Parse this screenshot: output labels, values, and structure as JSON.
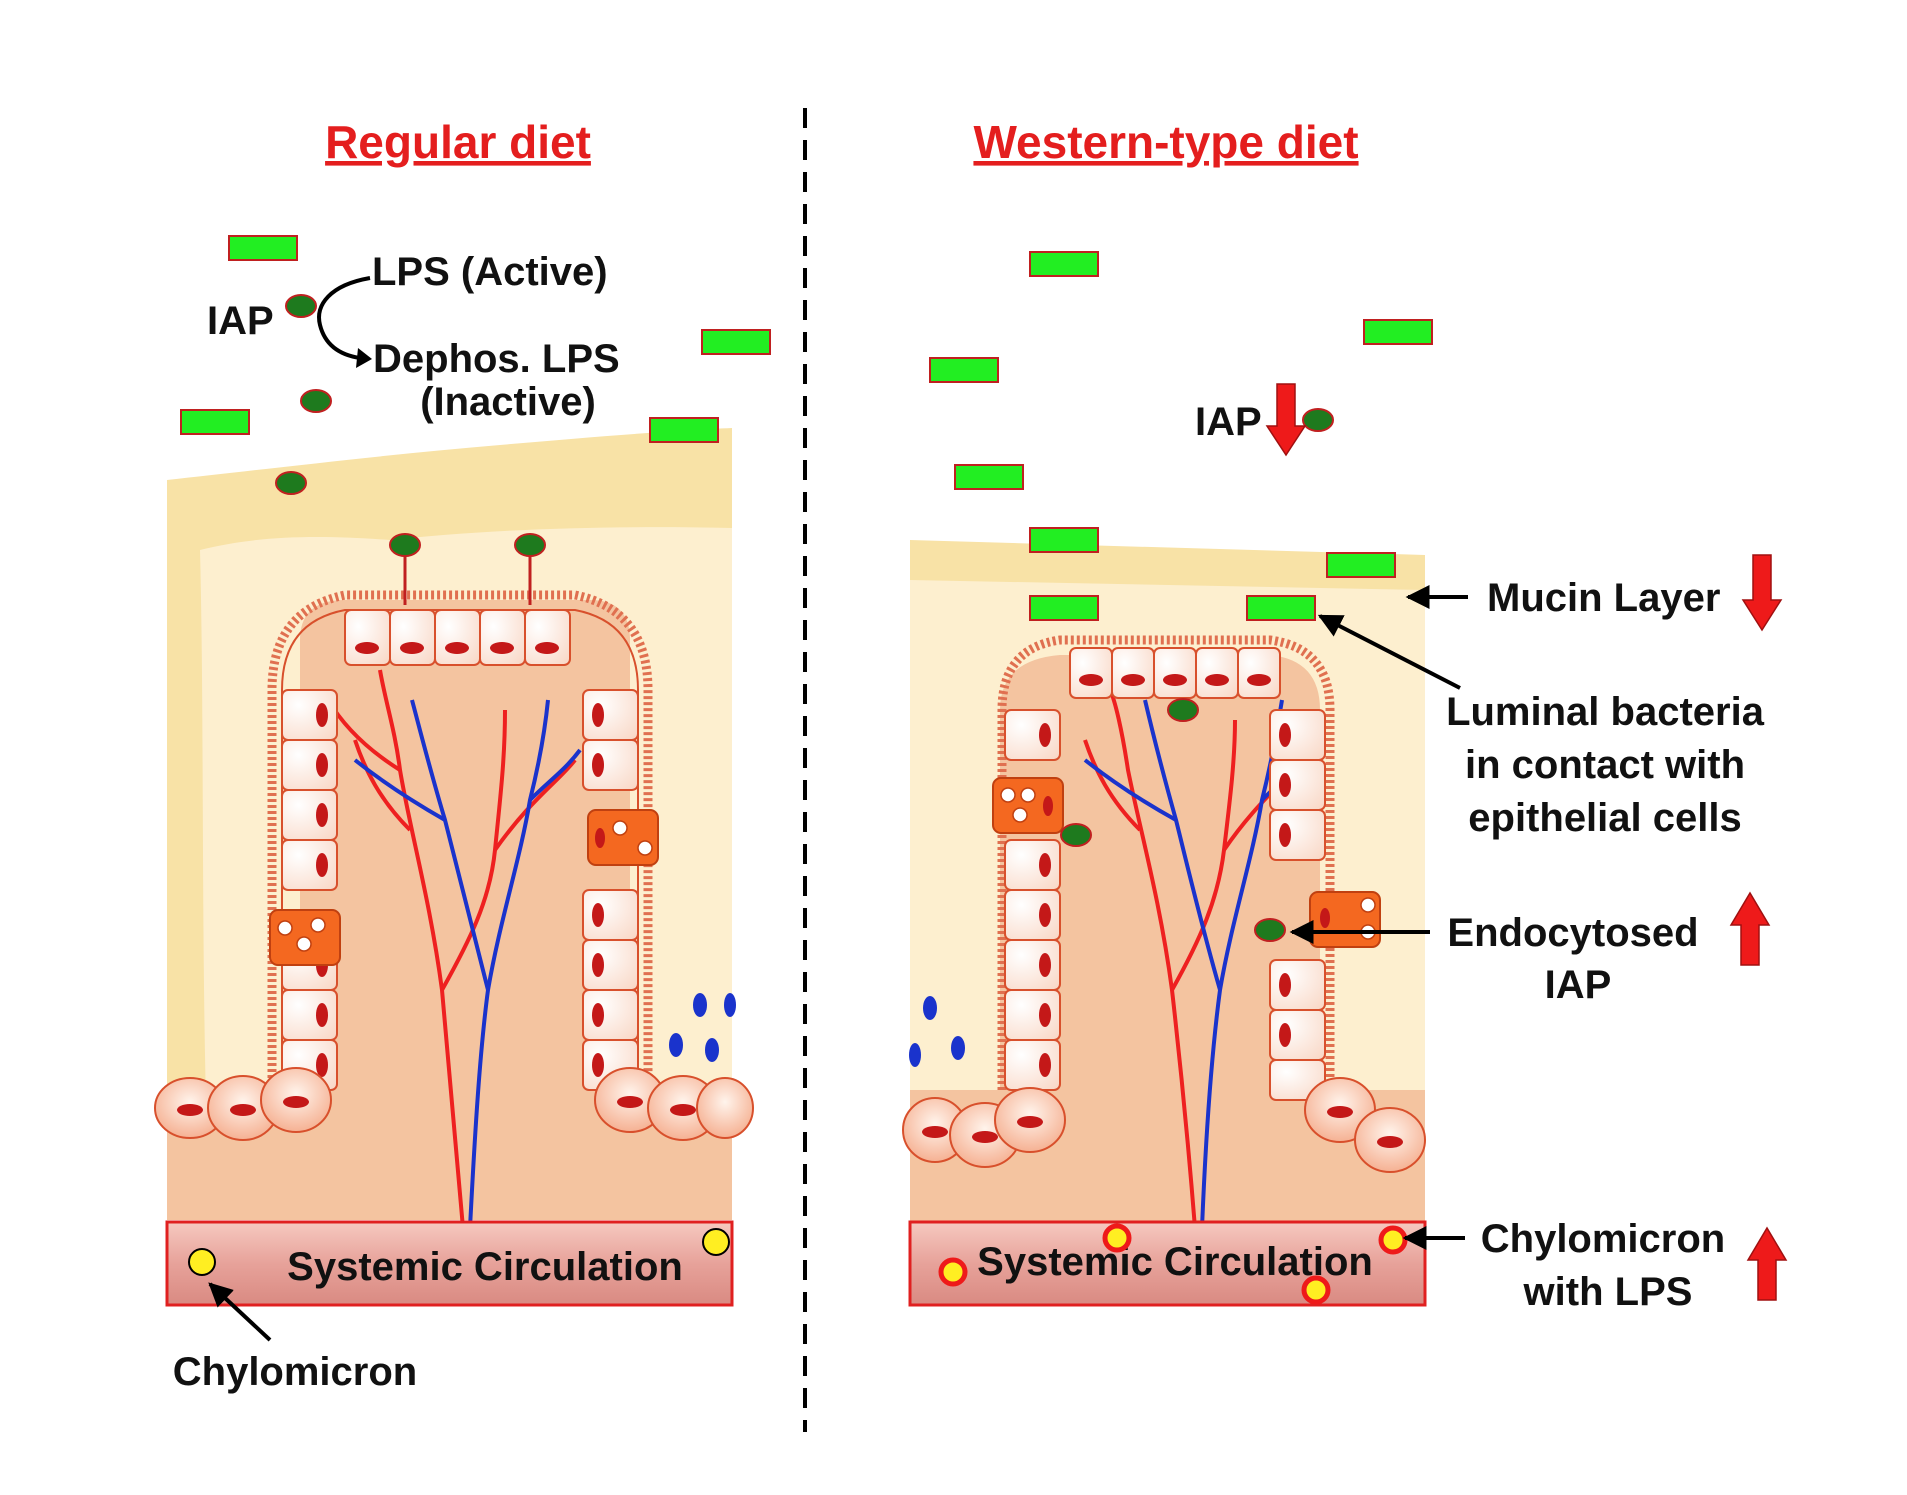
{
  "titles": {
    "left": "Regular diet",
    "right": "Western-type diet"
  },
  "left_panel": {
    "iap": "IAP",
    "lps_active": "LPS (Active)",
    "dephos_line1": "Dephos. LPS",
    "dephos_line2": "(Inactive)",
    "circulation": "Systemic Circulation",
    "chylomicron": "Chylomicron"
  },
  "right_panel": {
    "iap": "IAP",
    "circulation": "Systemic Circulation",
    "mucin": "Mucin Layer",
    "bacteria_line1": "Luminal bacteria",
    "bacteria_line2": "in contact with",
    "bacteria_line3": "epithelial cells",
    "endo_line1": "Endocytosed",
    "endo_line2": "IAP",
    "chylo_line1": "Chylomicron",
    "chylo_line2": "with LPS"
  },
  "colors": {
    "title": "#e41e1e",
    "bacteria": "#22ee22",
    "iap": "#1e7a1e",
    "mucus": "#f8e2a6",
    "tissue": "#f4c4a0",
    "cell_outline": "#d8502c",
    "nucleus": "#c41818",
    "artery": "#ee2020",
    "vein": "#1a33cc",
    "circulation": "#e8a8a0",
    "chylomicron": "#ffee22",
    "goblet": "#f46820",
    "arrow_up_down": "#ee1a1a"
  }
}
